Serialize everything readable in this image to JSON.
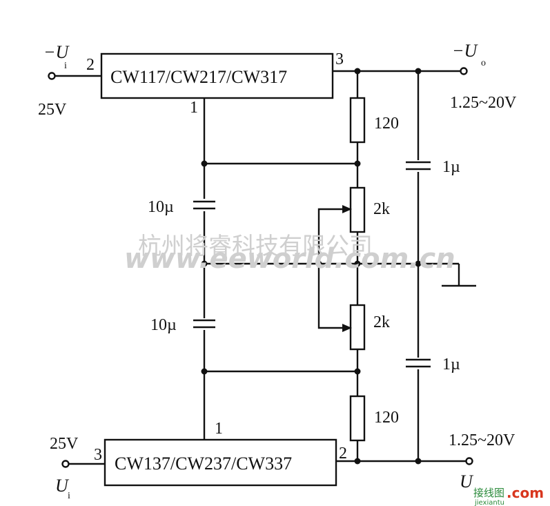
{
  "regulator_top": {
    "part": "CW117/CW217/CW317",
    "pin_in": "2",
    "pin_out": "3",
    "pin_adj": "1"
  },
  "regulator_bottom": {
    "part": "CW137/CW237/CW337",
    "pin_in": "3",
    "pin_out": "2",
    "pin_adj": "1"
  },
  "input_top": {
    "symbol": "−U",
    "sub": "i",
    "voltage": "25V"
  },
  "input_bottom": {
    "symbol": "U",
    "sub": "i",
    "voltage": "25V"
  },
  "output_top": {
    "symbol": "−U",
    "sub": "o",
    "range": "1.25~20V"
  },
  "output_bottom": {
    "symbol": "U",
    "range": "1.25~20V"
  },
  "components": {
    "r_top": "120",
    "r_bottom": "120",
    "pot_top": "2k",
    "pot_bottom": "2k",
    "c_adj_top": "10µ",
    "c_adj_bottom": "10µ",
    "c_out_top": "1µ",
    "c_out_bottom": "1µ"
  },
  "watermark": {
    "line1": "杭州将睿科技有限公司",
    "line2": "www.eeworld.com.cn",
    "corner_cn": "接线图",
    "corner_url": "jiexiantu",
    "corner_com": ".com"
  }
}
